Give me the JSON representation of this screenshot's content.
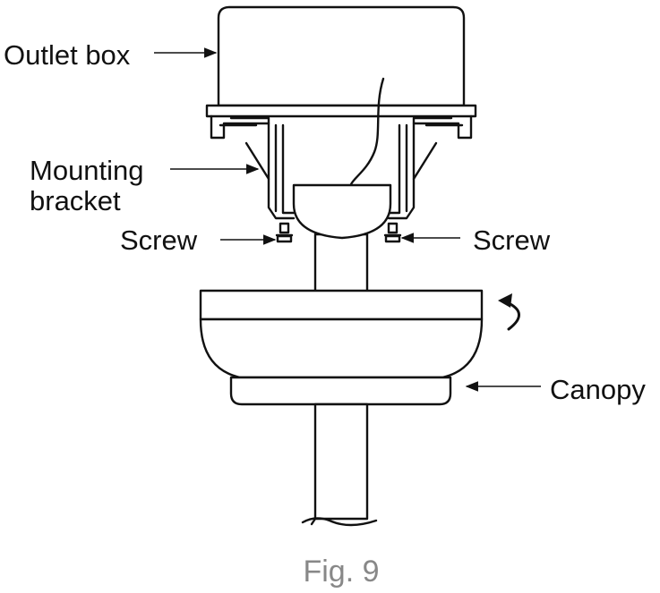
{
  "labels": {
    "outlet_box": "Outlet box",
    "mounting_bracket_line1": "Mounting",
    "mounting_bracket_line2": "bracket",
    "screw_left": "Screw",
    "screw_right": "Screw",
    "canopy": "Canopy"
  },
  "caption": "Fig. 9",
  "colors": {
    "line": "#111111",
    "caption": "#888888",
    "background": "#ffffff"
  }
}
